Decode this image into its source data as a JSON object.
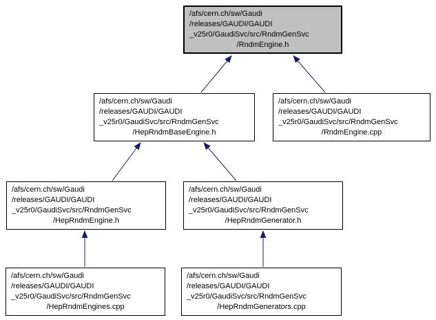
{
  "diagram": {
    "kind": "include-dependency-graph",
    "colors": {
      "background": "#ffffff",
      "node_border": "#000000",
      "node_fill": "#ffffff",
      "highlight_fill": "#c0c0c0",
      "edge": "#191970",
      "text": "#000000"
    },
    "nodes": [
      {
        "file": "RndmEngine.h",
        "highlighted": true,
        "lines": [
          "/afs/cern.ch/sw/Gaudi",
          "/releases/GAUDI/GAUDI",
          "_v25r0/GaudiSvc/src/RndmGenSvc",
          "/RndmEngine.h"
        ]
      },
      {
        "file": "HepRndmBaseEngine.h",
        "highlighted": false,
        "lines": [
          "/afs/cern.ch/sw/Gaudi",
          "/releases/GAUDI/GAUDI",
          "_v25r0/GaudiSvc/src/RndmGenSvc",
          "/HepRndmBaseEngine.h"
        ]
      },
      {
        "file": "RndmEngine.cpp",
        "highlighted": false,
        "lines": [
          "/afs/cern.ch/sw/Gaudi",
          "/releases/GAUDI/GAUDI",
          "_v25r0/GaudiSvc/src/RndmGenSvc",
          "/RndmEngine.cpp"
        ]
      },
      {
        "file": "HepRndmEngine.h",
        "highlighted": false,
        "lines": [
          "/afs/cern.ch/sw/Gaudi",
          "/releases/GAUDI/GAUDI",
          "_v25r0/GaudiSvc/src/RndmGenSvc",
          "/HepRndmEngine.h"
        ]
      },
      {
        "file": "HepRndmGenerator.h",
        "highlighted": false,
        "lines": [
          "/afs/cern.ch/sw/Gaudi",
          "/releases/GAUDI/GAUDI",
          "_v25r0/GaudiSvc/src/RndmGenSvc",
          "/HepRndmGenerator.h"
        ]
      },
      {
        "file": "HepRndmEngines.cpp",
        "highlighted": false,
        "lines": [
          "/afs/cern.ch/sw/Gaudi",
          "/releases/GAUDI/GAUDI",
          "_v25r0/GaudiSvc/src/RndmGenSvc",
          "/HepRndmEngines.cpp"
        ]
      },
      {
        "file": "HepRndmGenerators.cpp",
        "highlighted": false,
        "lines": [
          "/afs/cern.ch/sw/Gaudi",
          "/releases/GAUDI/GAUDI",
          "_v25r0/GaudiSvc/src/RndmGenSvc",
          "/HepRndmGenerators.cpp"
        ]
      }
    ],
    "edges": [
      {
        "from": "HepRndmBaseEngine.h",
        "to": "RndmEngine.h"
      },
      {
        "from": "RndmEngine.cpp",
        "to": "RndmEngine.h"
      },
      {
        "from": "HepRndmEngine.h",
        "to": "HepRndmBaseEngine.h"
      },
      {
        "from": "HepRndmGenerator.h",
        "to": "HepRndmBaseEngine.h"
      },
      {
        "from": "HepRndmEngines.cpp",
        "to": "HepRndmEngine.h"
      },
      {
        "from": "HepRndmGenerators.cpp",
        "to": "HepRndmGenerator.h"
      }
    ]
  }
}
